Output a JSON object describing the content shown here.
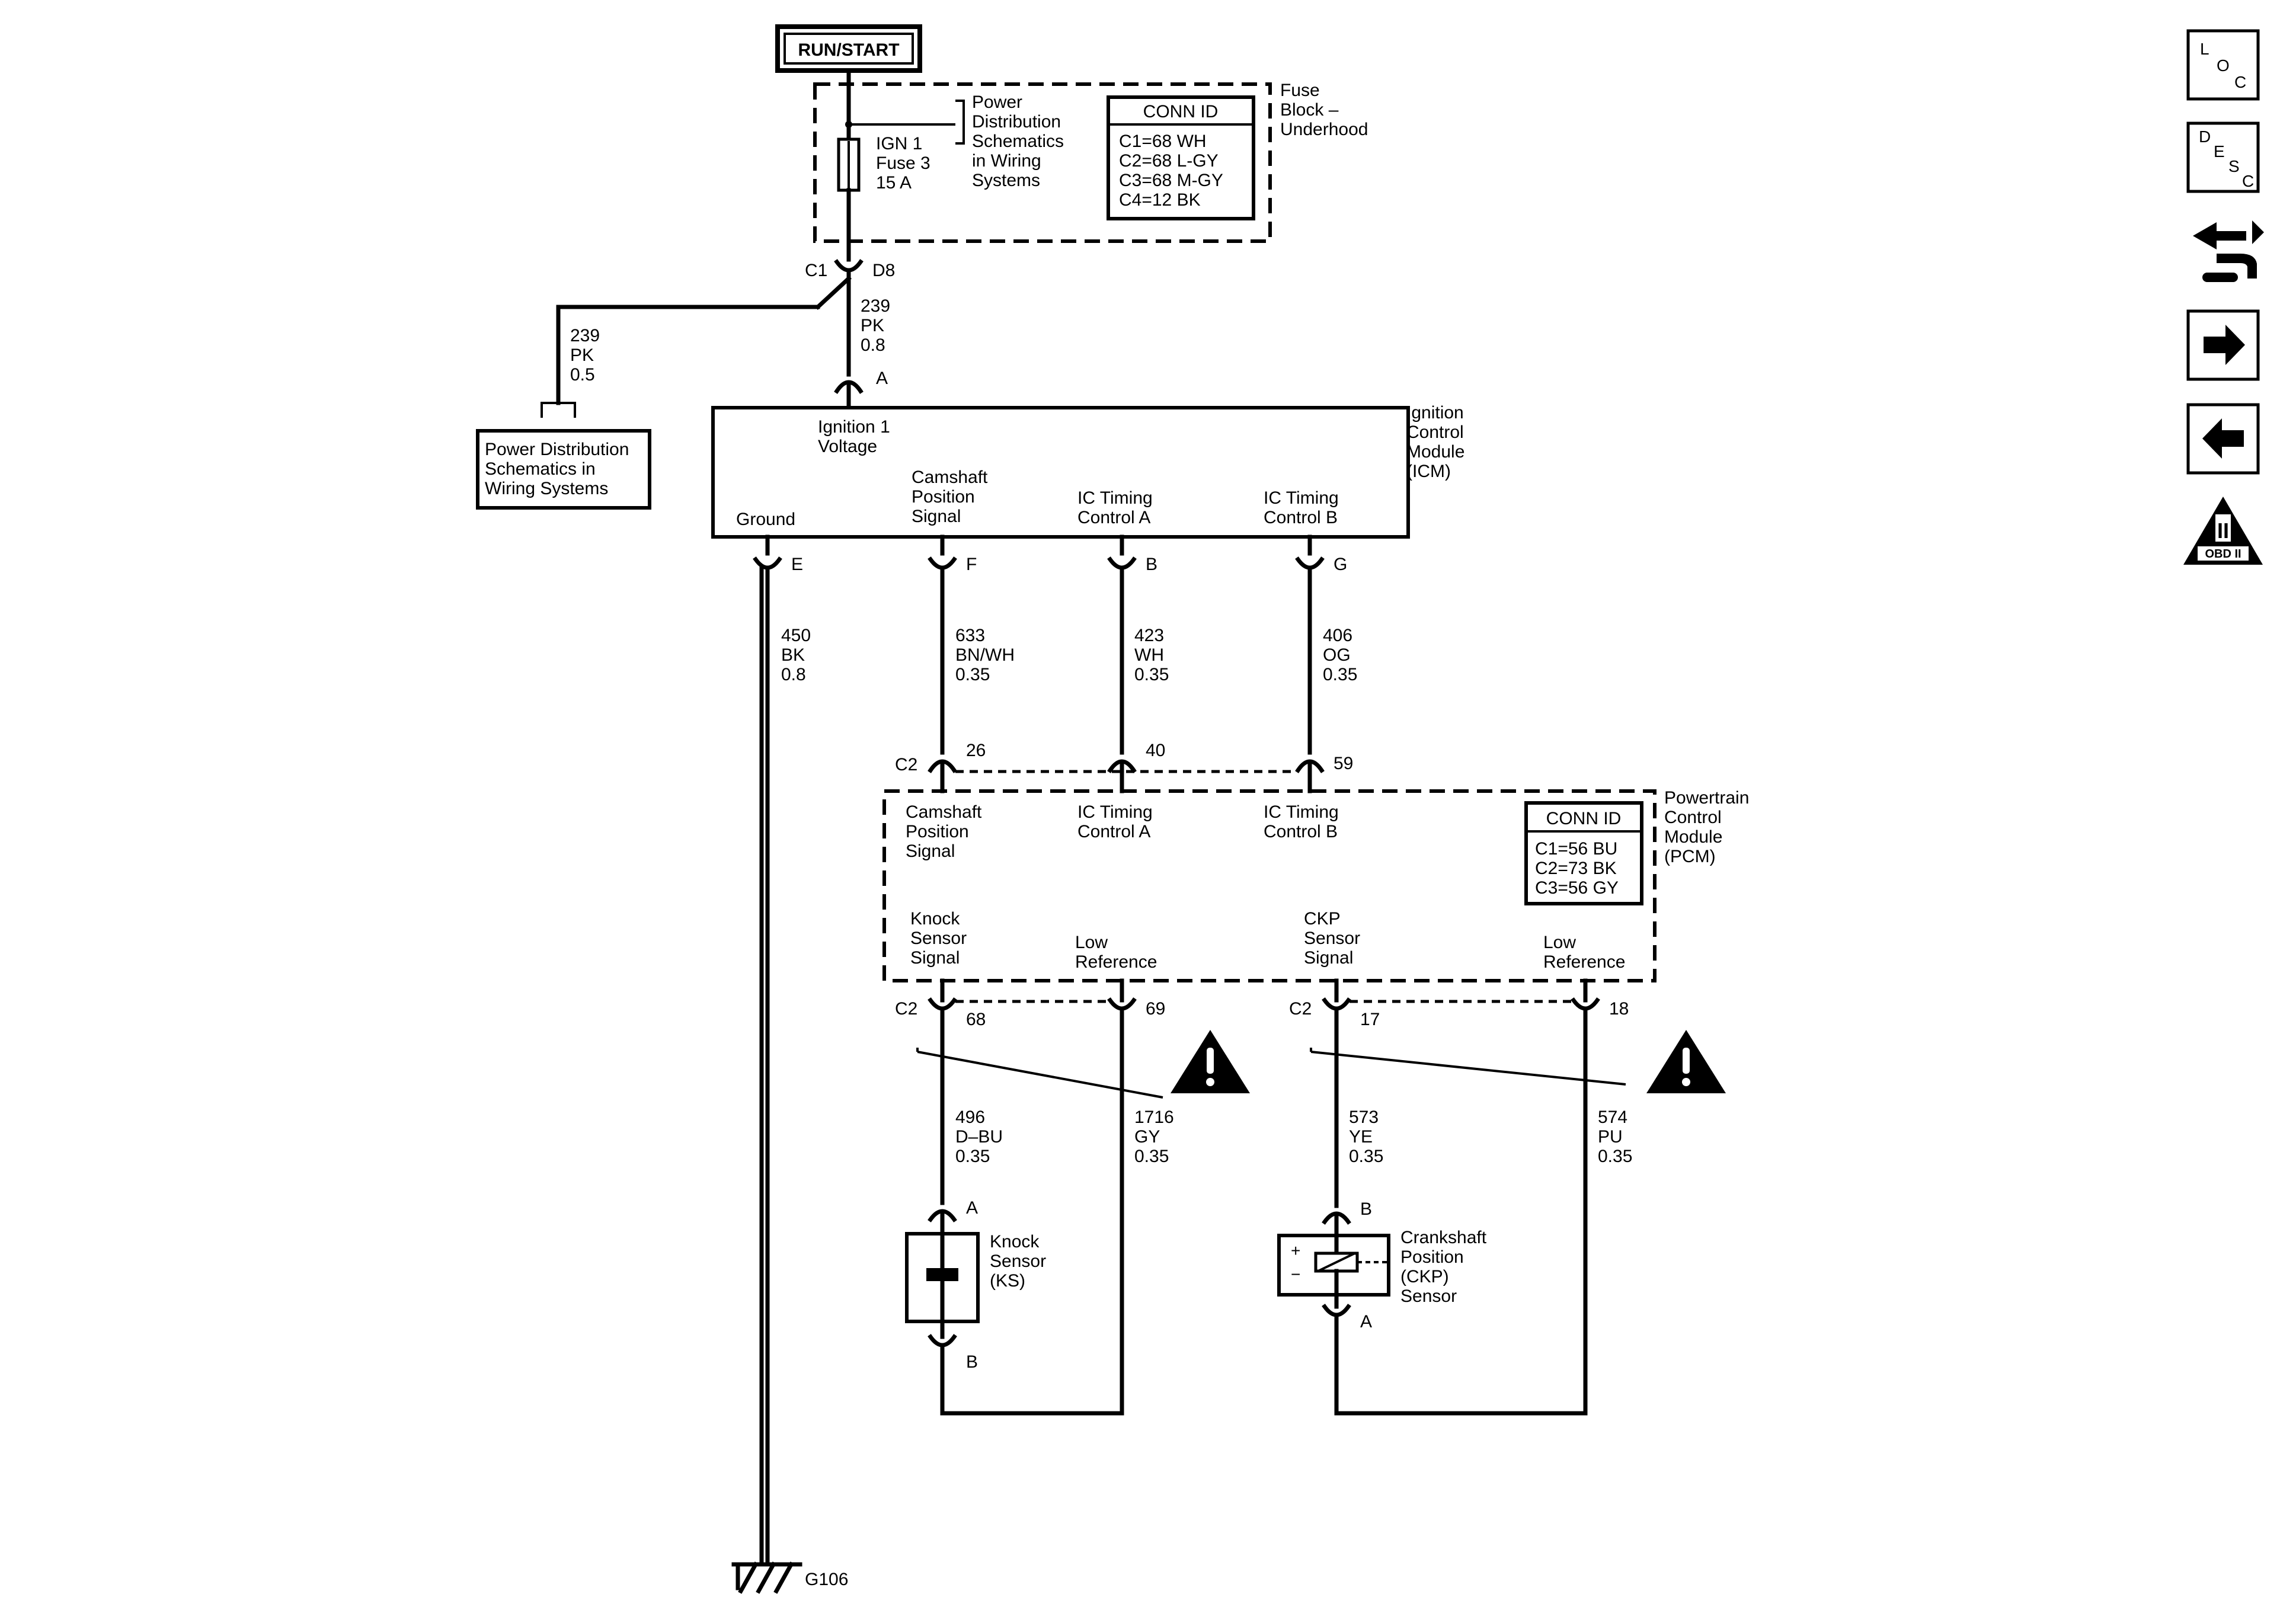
{
  "power_label": "RUN/START",
  "fuse_block": {
    "title": [
      "Fuse",
      "Block –",
      "Underhood"
    ],
    "fuse": [
      "IGN 1",
      "Fuse 3",
      "15 A"
    ],
    "ref": [
      "Power",
      "Distribution",
      "Schematics",
      "in Wiring",
      "Systems"
    ],
    "conn_id_title": "CONN ID",
    "conn_ids": [
      "C1=68 WH",
      "C2=68 L-GY",
      "C3=68 M-GY",
      "C4=12 BK"
    ],
    "pin_c1": "C1",
    "pin_d8": "D8"
  },
  "pd_box": [
    "Power Distribution",
    "Schematics in",
    "Wiring Systems"
  ],
  "wires": {
    "w239_05": [
      "239",
      "PK",
      "0.5"
    ],
    "w239_08": [
      "239",
      "PK",
      "0.8"
    ],
    "w450": [
      "450",
      "BK",
      "0.8"
    ],
    "w633": [
      "633",
      "BN/WH",
      "0.35"
    ],
    "w423": [
      "423",
      "WH",
      "0.35"
    ],
    "w406": [
      "406",
      "OG",
      "0.35"
    ],
    "w496": [
      "496",
      "D–BU",
      "0.35"
    ],
    "w1716": [
      "1716",
      "GY",
      "0.35"
    ],
    "w573": [
      "573",
      "YE",
      "0.35"
    ],
    "w574": [
      "574",
      "PU",
      "0.35"
    ]
  },
  "icm": {
    "title": [
      "Ignition",
      "Control",
      "Module",
      "(ICM)"
    ],
    "ign_voltage": [
      "Ignition 1",
      "Voltage"
    ],
    "ground": "Ground",
    "cmp": [
      "Camshaft",
      "Position",
      "Signal"
    ],
    "ic_a": [
      "IC Timing",
      "Control A"
    ],
    "ic_b": [
      "IC Timing",
      "Control B"
    ],
    "pins": {
      "A": "A",
      "E": "E",
      "F": "F",
      "B": "B",
      "G": "G"
    }
  },
  "pcm": {
    "title": [
      "Powertrain",
      "Control",
      "Module",
      "(PCM)"
    ],
    "cmp": [
      "Camshaft",
      "Position",
      "Signal"
    ],
    "ic_a": [
      "IC Timing",
      "Control A"
    ],
    "ic_b": [
      "IC Timing",
      "Control B"
    ],
    "ks": [
      "Knock",
      "Sensor",
      "Signal"
    ],
    "low_ref": [
      "Low",
      "Reference"
    ],
    "ckp": [
      "CKP",
      "Sensor",
      "Signal"
    ],
    "conn_id_title": "CONN ID",
    "conn_ids": [
      "C1=56 BU",
      "C2=73 BK",
      "C3=56 GY"
    ],
    "c2": "C2",
    "pins_top": [
      "26",
      "40",
      "59"
    ],
    "pins_bottom": [
      "68",
      "69",
      "17",
      "18"
    ]
  },
  "knock_sensor": {
    "name": [
      "Knock",
      "Sensor",
      "(KS)"
    ],
    "pin_a": "A",
    "pin_b": "B"
  },
  "ckp_sensor": {
    "name": [
      "Crankshaft",
      "Position",
      "(CKP)",
      "Sensor"
    ],
    "pin_b": "B",
    "pin_a": "A",
    "plus": "+",
    "minus": "−"
  },
  "ground_label": "G106",
  "nav": {
    "loc": [
      "L",
      "O",
      "C"
    ],
    "desc": [
      "D",
      "E",
      "S",
      "C"
    ],
    "obd_roman": "II",
    "obd": "OBD II"
  }
}
